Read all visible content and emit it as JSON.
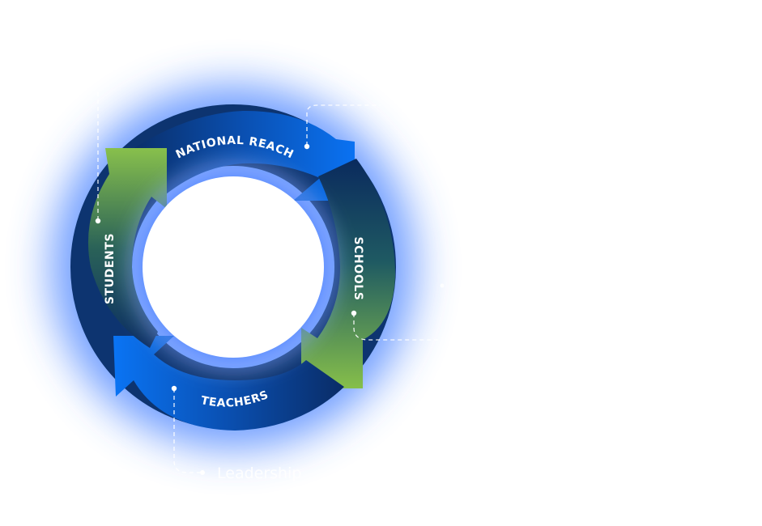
{
  "segments": {
    "national_reach": "NATIONAL REACH",
    "schools": "SCHOOLS",
    "teachers": "TEACHERS",
    "students": "STUDENTS"
  },
  "callouts": {
    "leadership": "Leadership"
  },
  "colors": {
    "glow": "#3f7dff",
    "blue_bright": "#0a6ff0",
    "blue_dark": "#0a2f6a",
    "navy": "#0d3470",
    "green": "#86bf4a",
    "green_dark": "#2d6a4a",
    "dash_line": "#ffffff"
  }
}
